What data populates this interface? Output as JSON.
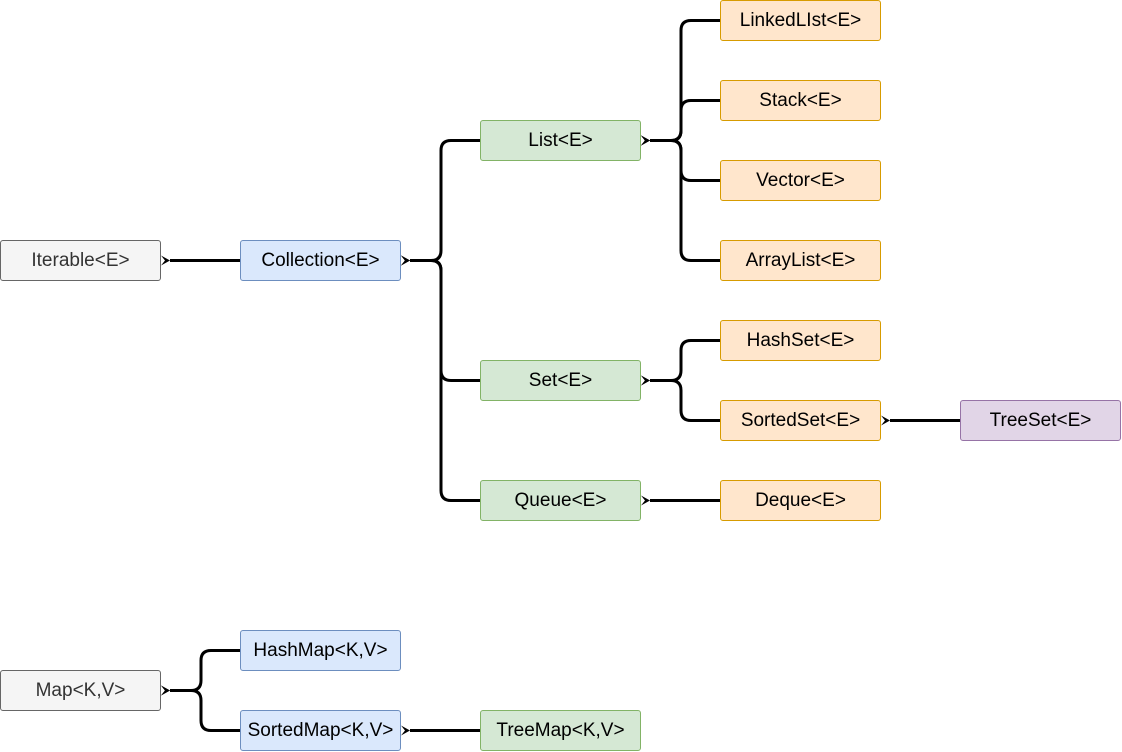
{
  "nodes": {
    "iterable": {
      "label": "Iterable<E>",
      "color": "gray"
    },
    "collection": {
      "label": "Collection<E>",
      "color": "blue"
    },
    "list": {
      "label": "List<E>",
      "color": "green"
    },
    "set": {
      "label": "Set<E>",
      "color": "green"
    },
    "queue": {
      "label": "Queue<E>",
      "color": "green"
    },
    "linkedlist": {
      "label": "LinkedLIst<E>",
      "color": "orange"
    },
    "stack": {
      "label": "Stack<E>",
      "color": "orange"
    },
    "vector": {
      "label": "Vector<E>",
      "color": "orange"
    },
    "arraylist": {
      "label": "ArrayList<E>",
      "color": "orange"
    },
    "hashset": {
      "label": "HashSet<E>",
      "color": "orange"
    },
    "sortedset": {
      "label": "SortedSet<E>",
      "color": "orange"
    },
    "deque": {
      "label": "Deque<E>",
      "color": "orange"
    },
    "treeset": {
      "label": "TreeSet<E>",
      "color": "purple"
    },
    "map": {
      "label": "Map<K,V>",
      "color": "gray"
    },
    "hashmap": {
      "label": "HashMap<K,V>",
      "color": "blue"
    },
    "sortedmap": {
      "label": "SortedMap<K,V>",
      "color": "blue"
    },
    "treemap": {
      "label": "TreeMap<K,V>",
      "color": "green"
    }
  },
  "edges": [
    {
      "from": "collection",
      "to": "iterable"
    },
    {
      "from": "list",
      "to": "collection"
    },
    {
      "from": "set",
      "to": "collection"
    },
    {
      "from": "queue",
      "to": "collection"
    },
    {
      "from": "linkedlist",
      "to": "list"
    },
    {
      "from": "stack",
      "to": "list"
    },
    {
      "from": "vector",
      "to": "list"
    },
    {
      "from": "arraylist",
      "to": "list"
    },
    {
      "from": "hashset",
      "to": "set"
    },
    {
      "from": "sortedset",
      "to": "set"
    },
    {
      "from": "treeset",
      "to": "sortedset"
    },
    {
      "from": "deque",
      "to": "queue"
    },
    {
      "from": "hashmap",
      "to": "map"
    },
    {
      "from": "sortedmap",
      "to": "map"
    },
    {
      "from": "treemap",
      "to": "sortedmap"
    }
  ],
  "colors": {
    "edge": "#000000"
  }
}
